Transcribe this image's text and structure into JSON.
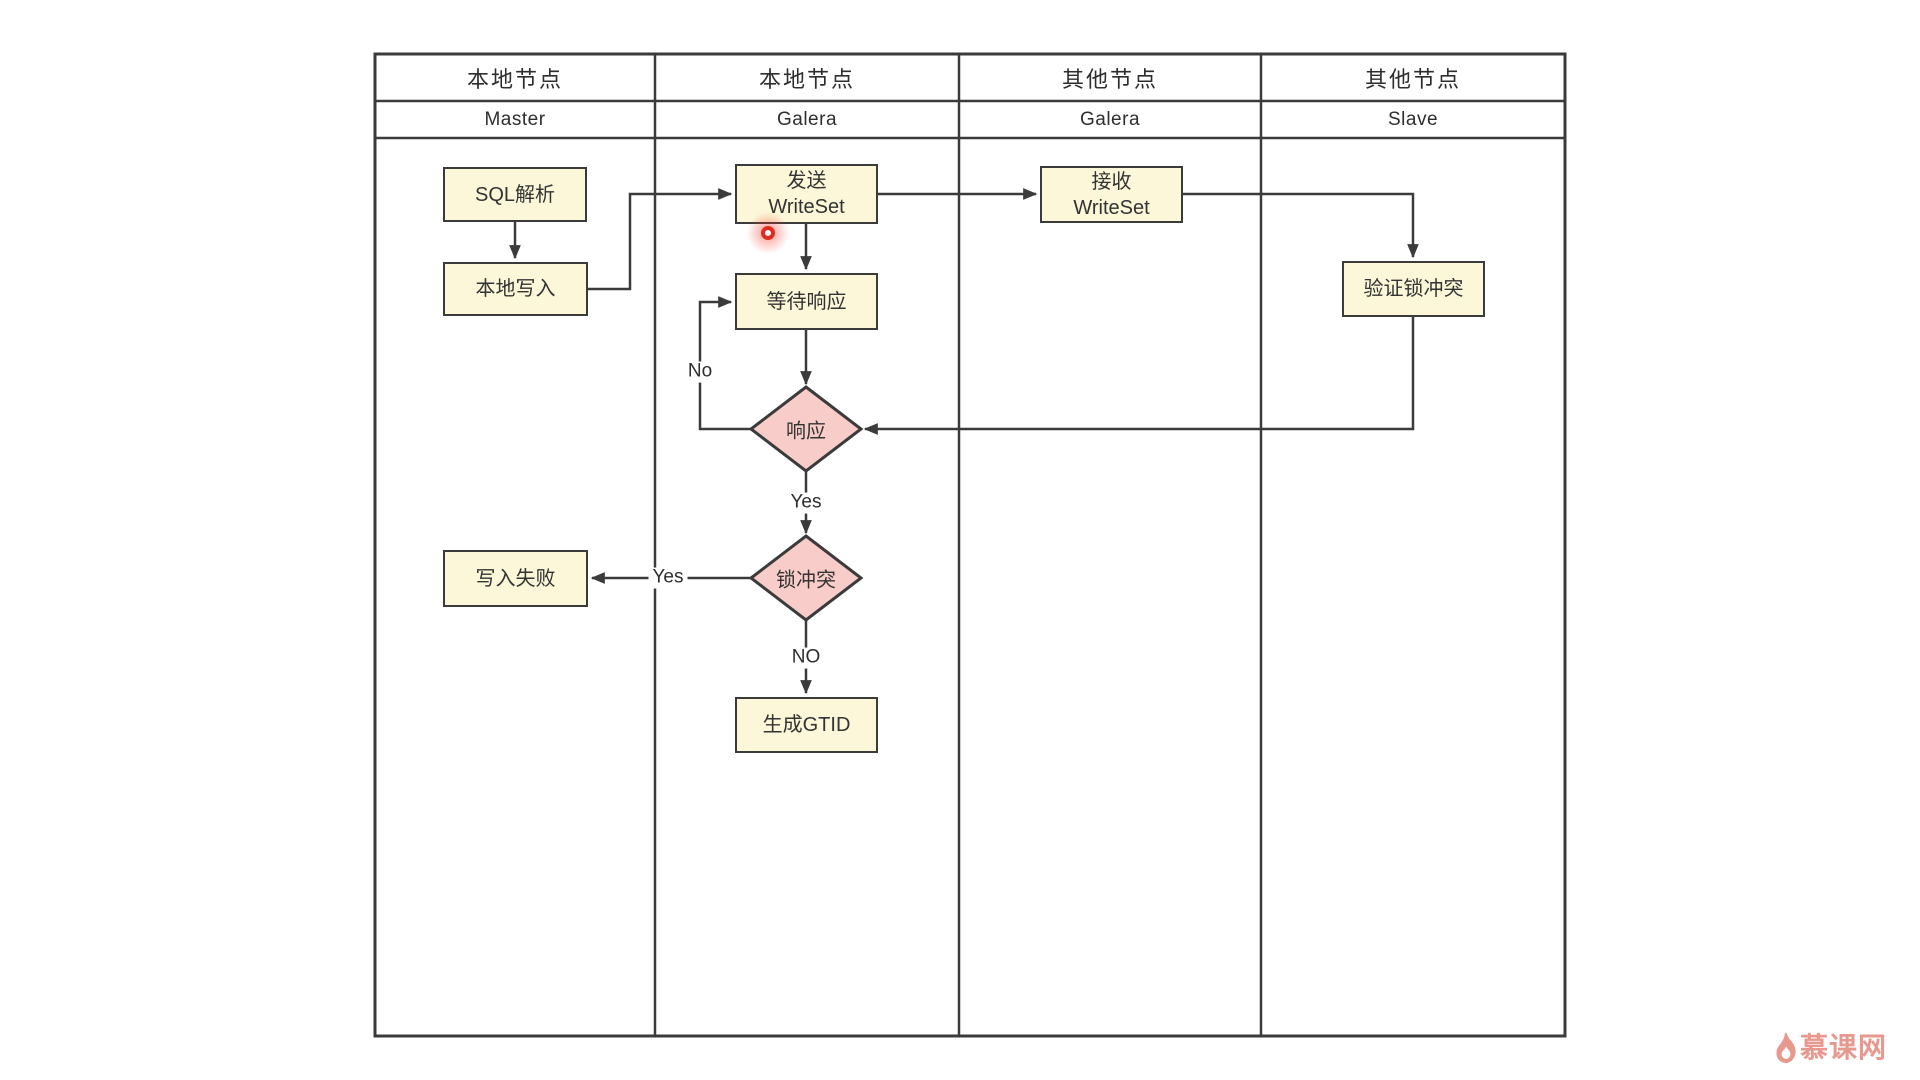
{
  "lanes": [
    {
      "node_type": "本地节点",
      "role": "Master"
    },
    {
      "node_type": "本地节点",
      "role": "Galera"
    },
    {
      "node_type": "其他节点",
      "role": "Galera"
    },
    {
      "node_type": "其他节点",
      "role": "Slave"
    }
  ],
  "nodes": {
    "sql_parse": {
      "label": "SQL解析",
      "shape": "process"
    },
    "local_write": {
      "label": "本地写入",
      "shape": "process"
    },
    "send_writeset": {
      "label": "发送\nWriteSet",
      "shape": "process"
    },
    "wait_response": {
      "label": "等待响应",
      "shape": "process"
    },
    "response": {
      "label": "响应",
      "shape": "decision"
    },
    "lock_conflict": {
      "label": "锁冲突",
      "shape": "decision"
    },
    "write_fail": {
      "label": "写入失败",
      "shape": "process"
    },
    "gen_gtid": {
      "label": "生成GTID",
      "shape": "process"
    },
    "recv_writeset": {
      "label": "接收\nWriteSet",
      "shape": "process"
    },
    "verify_lock": {
      "label": "验证锁冲突",
      "shape": "process"
    }
  },
  "edge_labels": {
    "no_loop": "No",
    "yes_response": "Yes",
    "no_conflict": "NO",
    "yes_conflict": "Yes"
  },
  "colors": {
    "process_fill": "#FBF7D8",
    "decision_fill": "#F8CCC8",
    "border": "#3B3B3B",
    "line": "#3B3B3B",
    "cursor_red": "#E02B20",
    "watermark": "#E8998F"
  },
  "watermark": {
    "text": "慕课网",
    "icon": "flame-icon"
  },
  "cursor": {
    "type": "red-dot-pointer"
  }
}
